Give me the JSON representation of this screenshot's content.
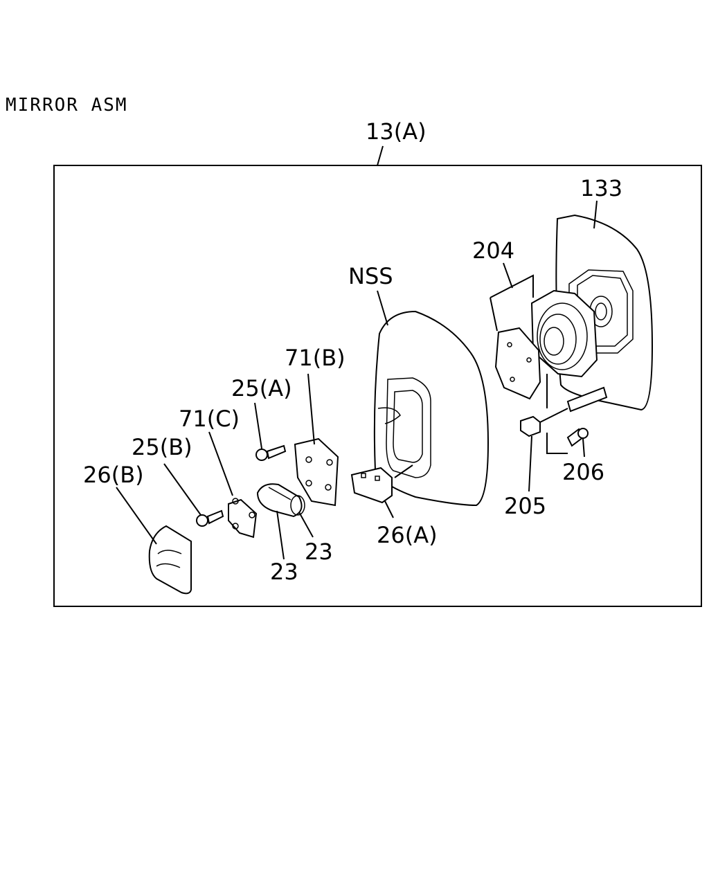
{
  "title": "MIRROR ASM",
  "labels": {
    "assembly": "13(A)",
    "glass": "133",
    "actuator": "204",
    "nss": "NSS",
    "bracket_b": "71(B)",
    "screw_a": "25(A)",
    "bracket_c": "71(C)",
    "screw_b": "25(B)",
    "cover_b": "26(B)",
    "cover_a": "26(A)",
    "pivot_left": "23",
    "pivot_right": "23",
    "clip": "205",
    "screw_206": "206"
  }
}
